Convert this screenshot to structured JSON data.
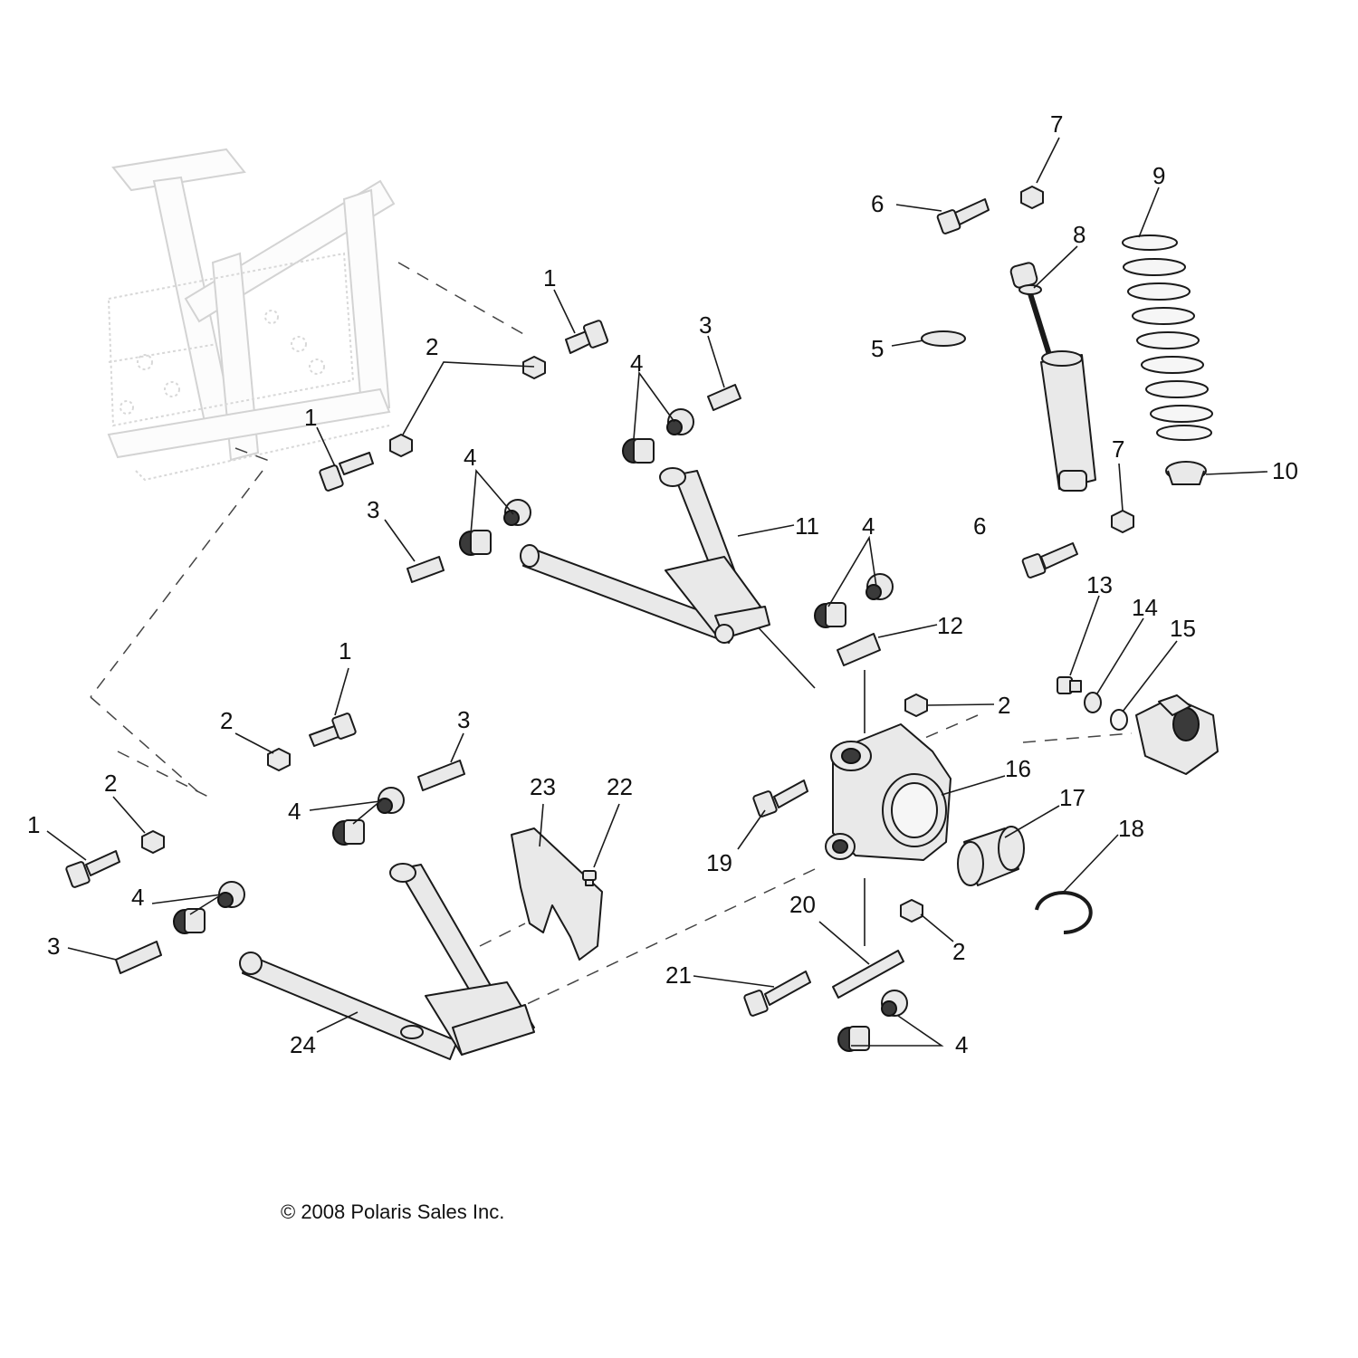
{
  "callouts": [
    {
      "id": "c1",
      "label": "1"
    },
    {
      "id": "c2",
      "label": "2"
    },
    {
      "id": "c3",
      "label": "3"
    },
    {
      "id": "c4",
      "label": "4"
    },
    {
      "id": "c5",
      "label": "5"
    },
    {
      "id": "c6",
      "label": "6"
    },
    {
      "id": "c7",
      "label": "7"
    },
    {
      "id": "c8",
      "label": "8"
    },
    {
      "id": "c9",
      "label": "9"
    },
    {
      "id": "c10",
      "label": "10"
    },
    {
      "id": "c11",
      "label": "11"
    },
    {
      "id": "c12",
      "label": "12"
    },
    {
      "id": "c13",
      "label": "13"
    },
    {
      "id": "c14",
      "label": "14"
    },
    {
      "id": "c15",
      "label": "15"
    },
    {
      "id": "c16",
      "label": "16"
    },
    {
      "id": "c17",
      "label": "17"
    },
    {
      "id": "c18",
      "label": "18"
    },
    {
      "id": "c19",
      "label": "19"
    },
    {
      "id": "c20",
      "label": "20"
    },
    {
      "id": "c21",
      "label": "21"
    },
    {
      "id": "c22",
      "label": "22"
    },
    {
      "id": "c23",
      "label": "23"
    },
    {
      "id": "c24",
      "label": "24"
    }
  ],
  "copyright": "© 2008 Polaris Sales Inc."
}
